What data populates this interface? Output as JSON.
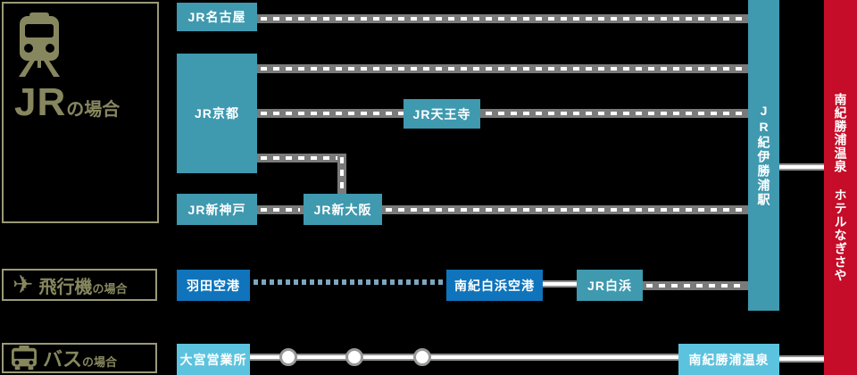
{
  "legend": {
    "jr": {
      "main": "JR",
      "suffix": "の場合",
      "icon": "train-icon"
    },
    "plane": {
      "main": "飛行機",
      "suffix": "の場合",
      "icon": "airplane-icon",
      "icon_char": "✈"
    },
    "bus": {
      "main": "バス",
      "suffix": "の場合",
      "icon": "bus-icon"
    }
  },
  "stations": {
    "nagoya": "JR名古屋",
    "kyoto": "JR京都",
    "tennoji": "JR天王寺",
    "shin_kobe": "JR新神戸",
    "shin_osaka": "JR新大阪",
    "haneda_airport": "羽田空港",
    "nanki_shirahama_airport": "南紀白浜空港",
    "jr_shirahama": "JR白浜",
    "jr_kii_katsuura": "JR紀伊勝浦駅",
    "omiya_office": "大宮営業所",
    "nanki_katsuura_onsen": "南紀勝浦温泉"
  },
  "destination": {
    "label": "南紀勝浦温泉 ホテルなぎさや"
  },
  "colors": {
    "jr_station": "#3f99af",
    "airport": "#0f74bb",
    "bus_stop_box": "#5cc3de",
    "destination_red": "#c50c28",
    "legend_olive": "#87875f",
    "legend_border": "#9a9a78",
    "rail_gray": "#7a7a7a",
    "flight_dot": "#7ea6bf"
  }
}
